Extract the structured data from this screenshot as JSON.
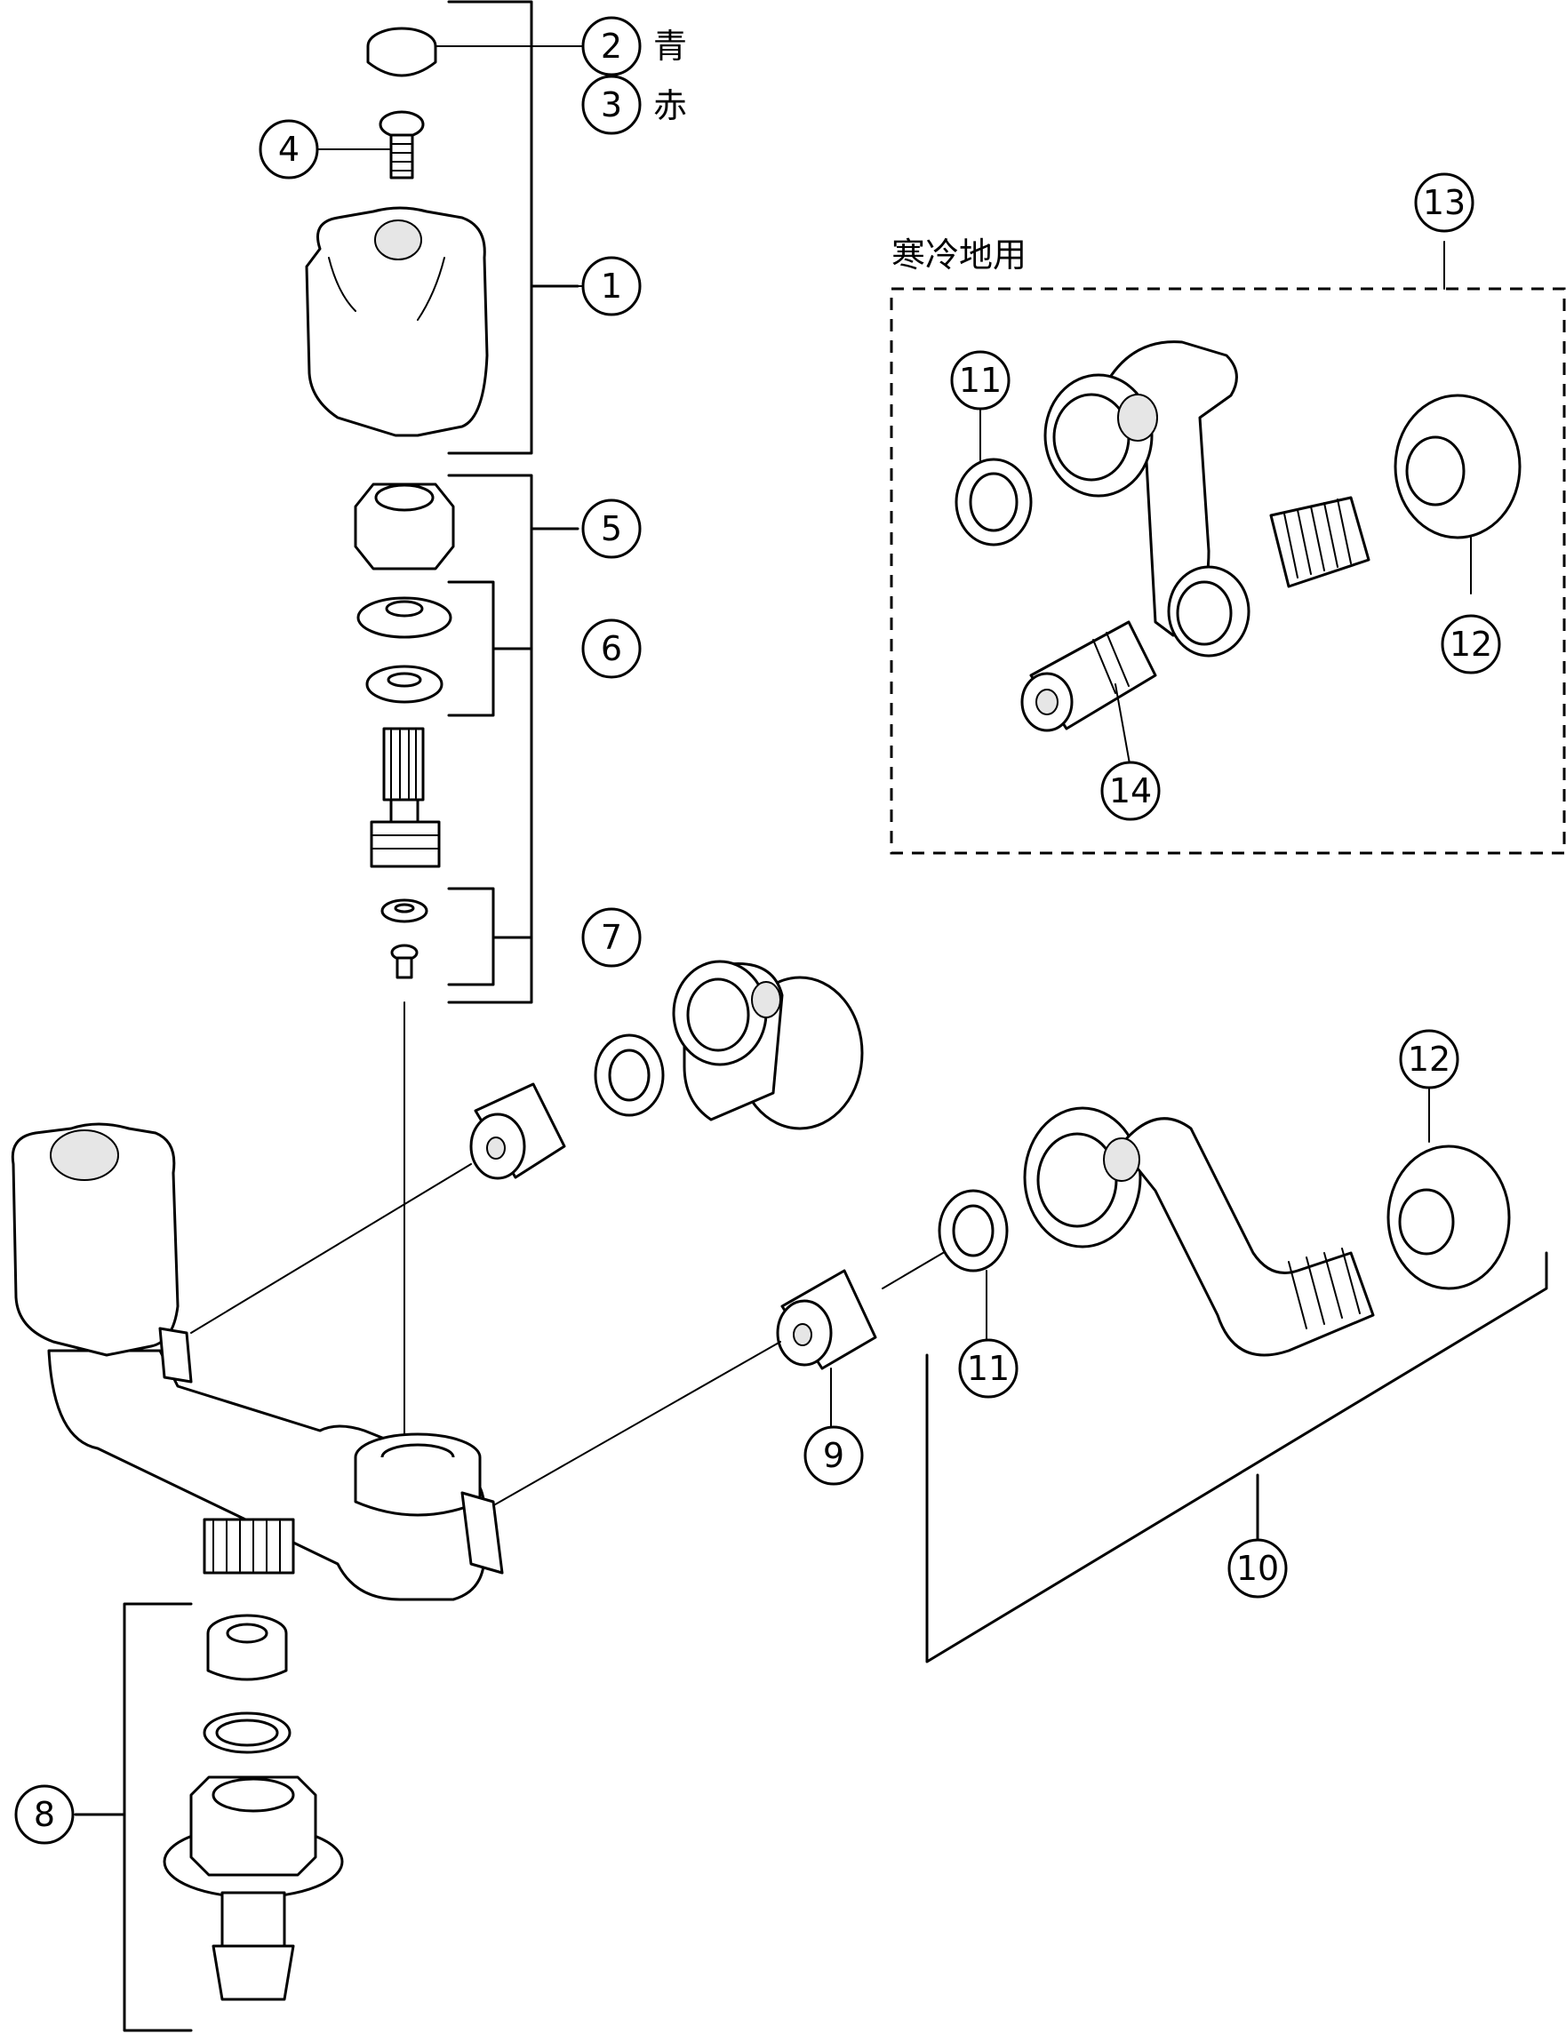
{
  "callouts": {
    "c1": "1",
    "c2": "2",
    "c3": "3",
    "c4": "4",
    "c5": "5",
    "c6": "6",
    "c7": "7",
    "c8": "8",
    "c9": "9",
    "c10": "10",
    "c11a": "11",
    "c11b": "11",
    "c12a": "12",
    "c12b": "12",
    "c13": "13",
    "c14": "14"
  },
  "labels": {
    "blue": "青",
    "red": "赤",
    "cold_region": "寒冷地用"
  }
}
